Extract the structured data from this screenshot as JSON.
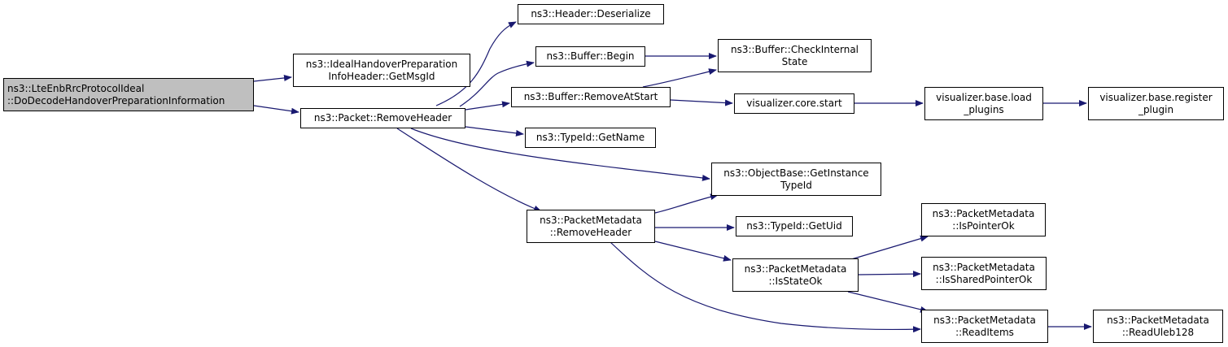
{
  "colors": {
    "edge": "#191970",
    "node_border": "#000000",
    "root_fill": "#bfbfbf",
    "node_fill": "#ffffff"
  },
  "nodes": {
    "lte_enb": {
      "line1": "ns3::LteEnbRrcProtocolIdeal",
      "line2": "::DoDecodeHandoverPreparationInformation"
    },
    "ideal_msgid": {
      "line1": "ns3::IdealHandoverPreparation",
      "line2": "InfoHeader::GetMsgId"
    },
    "packet_removeheader": {
      "line1": "ns3::Packet::RemoveHeader"
    },
    "header_deserialize": {
      "line1": "ns3::Header::Deserialize"
    },
    "buffer_begin": {
      "line1": "ns3::Buffer::Begin"
    },
    "buffer_removeatstart": {
      "line1": "ns3::Buffer::RemoveAtStart"
    },
    "typeid_getname": {
      "line1": "ns3::TypeId::GetName"
    },
    "buffer_checkinternal": {
      "line1": "ns3::Buffer::CheckInternal",
      "line2": "State"
    },
    "vis_core_start": {
      "line1": "visualizer.core.start"
    },
    "vis_load_plugins": {
      "line1": "visualizer.base.load",
      "line2": "_plugins"
    },
    "vis_register_plugin": {
      "line1": "visualizer.base.register",
      "line2": "_plugin"
    },
    "objectbase_gitid": {
      "line1": "ns3::ObjectBase::GetInstance",
      "line2": "TypeId"
    },
    "pm_removeheader": {
      "line1": "ns3::PacketMetadata",
      "line2": "::RemoveHeader"
    },
    "typeid_getuid": {
      "line1": "ns3::TypeId::GetUid"
    },
    "pm_ispointerok": {
      "line1": "ns3::PacketMetadata",
      "line2": "::IsPointerOk"
    },
    "pm_isstateok": {
      "line1": "ns3::PacketMetadata",
      "line2": "::IsStateOk"
    },
    "pm_issharedpointerok": {
      "line1": "ns3::PacketMetadata",
      "line2": "::IsSharedPointerOk"
    },
    "pm_readitems": {
      "line1": "ns3::PacketMetadata",
      "line2": "::ReadItems"
    },
    "pm_readuleb128": {
      "line1": "ns3::PacketMetadata",
      "line2": "::ReadUleb128"
    }
  }
}
